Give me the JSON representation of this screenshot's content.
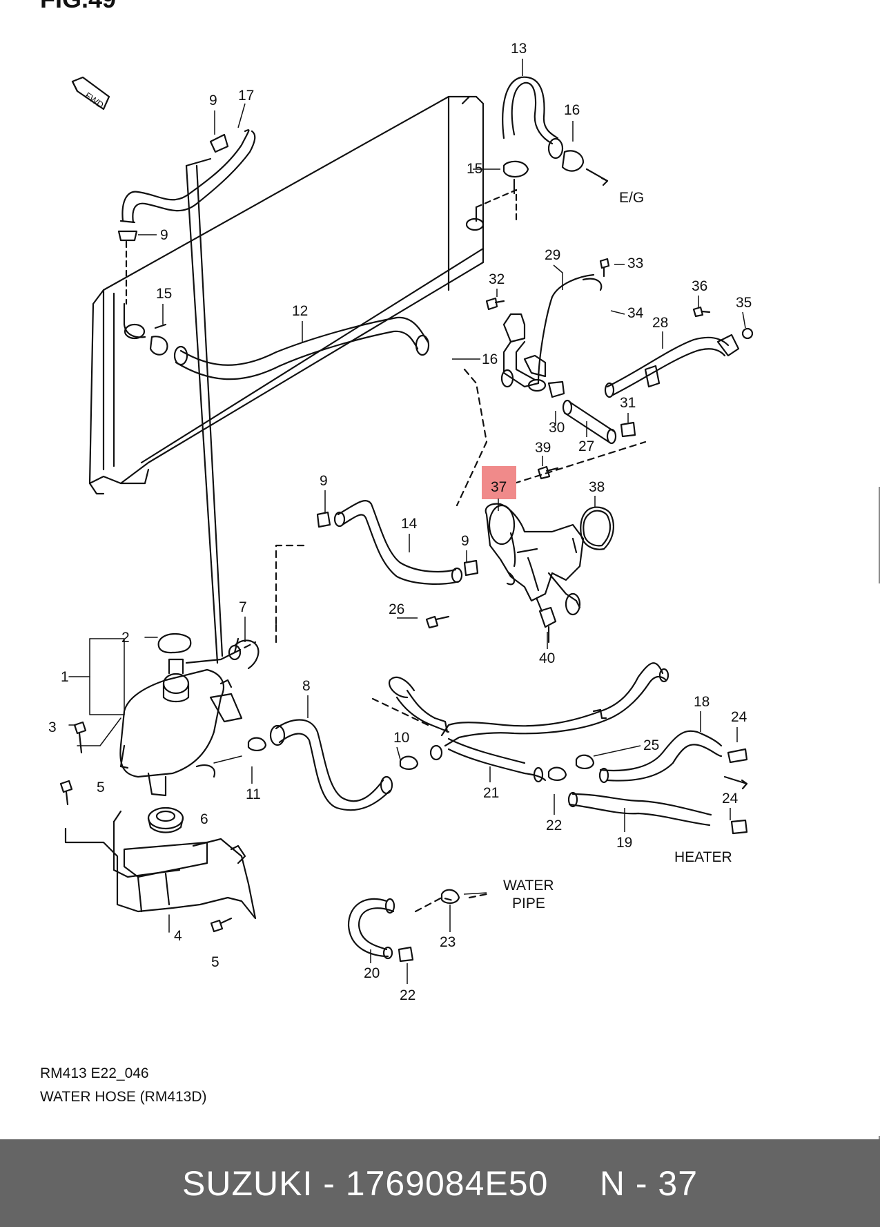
{
  "header": {
    "figure_label": "FIG.49"
  },
  "diagram": {
    "fwd_label": "FWD",
    "callouts": [
      "1",
      "2",
      "3",
      "4",
      "5",
      "5",
      "6",
      "7",
      "8",
      "9",
      "9",
      "9",
      "9",
      "10",
      "11",
      "12",
      "13",
      "14",
      "15",
      "15",
      "16",
      "16",
      "17",
      "18",
      "19",
      "20",
      "21",
      "22",
      "22",
      "23",
      "24",
      "24",
      "25",
      "26",
      "27",
      "28",
      "29",
      "30",
      "31",
      "32",
      "33",
      "34",
      "35",
      "36",
      "37",
      "38",
      "39",
      "40"
    ],
    "highlighted_part": "37",
    "highlight_color": "#f08a8a",
    "annotations": {
      "engine": "E/G",
      "water_pipe_line1": "WATER",
      "water_pipe_line2": "PIPE",
      "heater": "HEATER"
    }
  },
  "caption": {
    "code": "RM413 E22_046",
    "title": "WATER HOSE (RM413D)"
  },
  "footer": {
    "text": "SUZUKI - 1769084E50     N - 37",
    "background": "#656565"
  }
}
